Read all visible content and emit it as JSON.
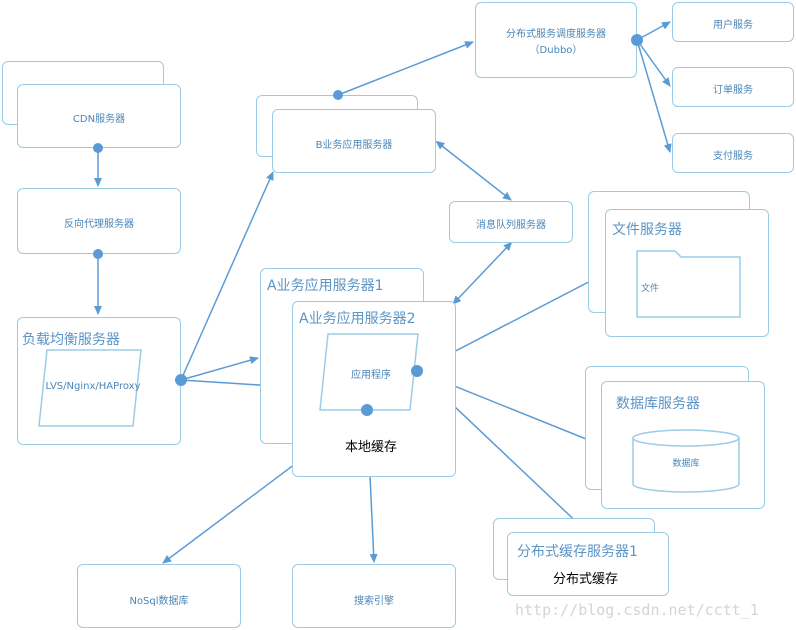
{
  "nodes": {
    "cdn": "CDN服务器",
    "reverse_proxy": "反向代理服务器",
    "load_balancer": "负载均衡服务器",
    "lb_software": "LVS/Nginx/HAProxy",
    "b_app": "B业务应用服务器",
    "dubbo_line1": "分布式服务调度服务器",
    "dubbo_line2": "（Dubbo）",
    "user_service": "用户服务",
    "order_service": "订单服务",
    "pay_service": "支付服务",
    "mq": "消息队列服务器",
    "a_app1": "A业务应用服务器1",
    "a_app2": "A业务应用服务器2",
    "app_program": "应用程序",
    "local_cache": "本地缓存",
    "file_server": "文件服务器",
    "file": "文件",
    "db_server": "数据库服务器",
    "database": "数据库",
    "dist_cache_server": "分布式缓存服务器1",
    "dist_cache": "分布式缓存",
    "nosql": "NoSql数据库",
    "search": "搜索引擎"
  },
  "watermark": "http://blog.csdn.net/cctt_1",
  "colors": {
    "line": "#5b9bd5",
    "border": "#9ccbe6",
    "text": "#4a86b8"
  }
}
